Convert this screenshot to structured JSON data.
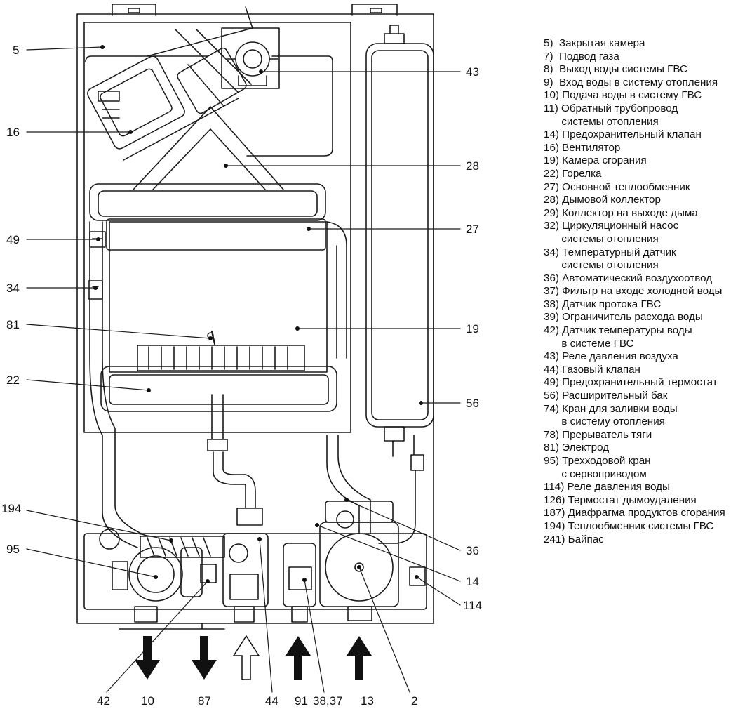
{
  "callouts": {
    "c5": "5",
    "c16": "16",
    "c49": "49",
    "c34": "34",
    "c81": "81",
    "c22": "22",
    "c194": "194",
    "c95": "95",
    "c43": "43",
    "c28": "28",
    "c27": "27",
    "c19": "19",
    "c56": "56",
    "c36": "36",
    "c14": "14",
    "c114": "114",
    "b42": "42",
    "b10": "10",
    "b87": "87",
    "b44": "44",
    "b91": "91",
    "b3837": "38,37",
    "b13": "13",
    "b2": "2"
  },
  "legend": [
    "5)  Закрытая камера",
    "7)  Подвод газа",
    "8)  Выход воды системы ГВС",
    "9)  Вход воды в систему отопления",
    "10) Подача воды в систему ГВС",
    "11) Обратный трубопровод",
    "      системы отопления",
    "14) Предохранительный клапан",
    "16) Вентилятор",
    "19) Камера сгорания",
    "22) Горелка",
    "27) Основной теплообменник",
    "28) Дымовой коллектор",
    "29) Коллектор на выходе дыма",
    "32) Циркуляционный насос",
    "      системы отопления",
    "34) Температурный датчик",
    "      системы отопления",
    "36) Автоматический воздухоотвод",
    "37) Фильтр на входе холодной воды",
    "38) Датчик протока ГВС",
    "39) Ограничитель расхода воды",
    "42) Датчик температуры воды",
    "      в системе ГВС",
    "43) Реле давления воздуха",
    "44) Газовый клапан",
    "49) Предохранительный термостат",
    "56) Расширительный бак",
    "74) Кран для заливки воды",
    "      в систему отопления",
    "78) Прерыватель тяги",
    "81) Электрод",
    "95) Трехходовой кран",
    "      с сервоприводом",
    "114) Реле давления воды",
    "126) Термостат дымоудаления",
    "187) Диафрагма продуктов сгорания",
    "194) Теплообменник системы ГВС",
    "241) Байпас"
  ]
}
